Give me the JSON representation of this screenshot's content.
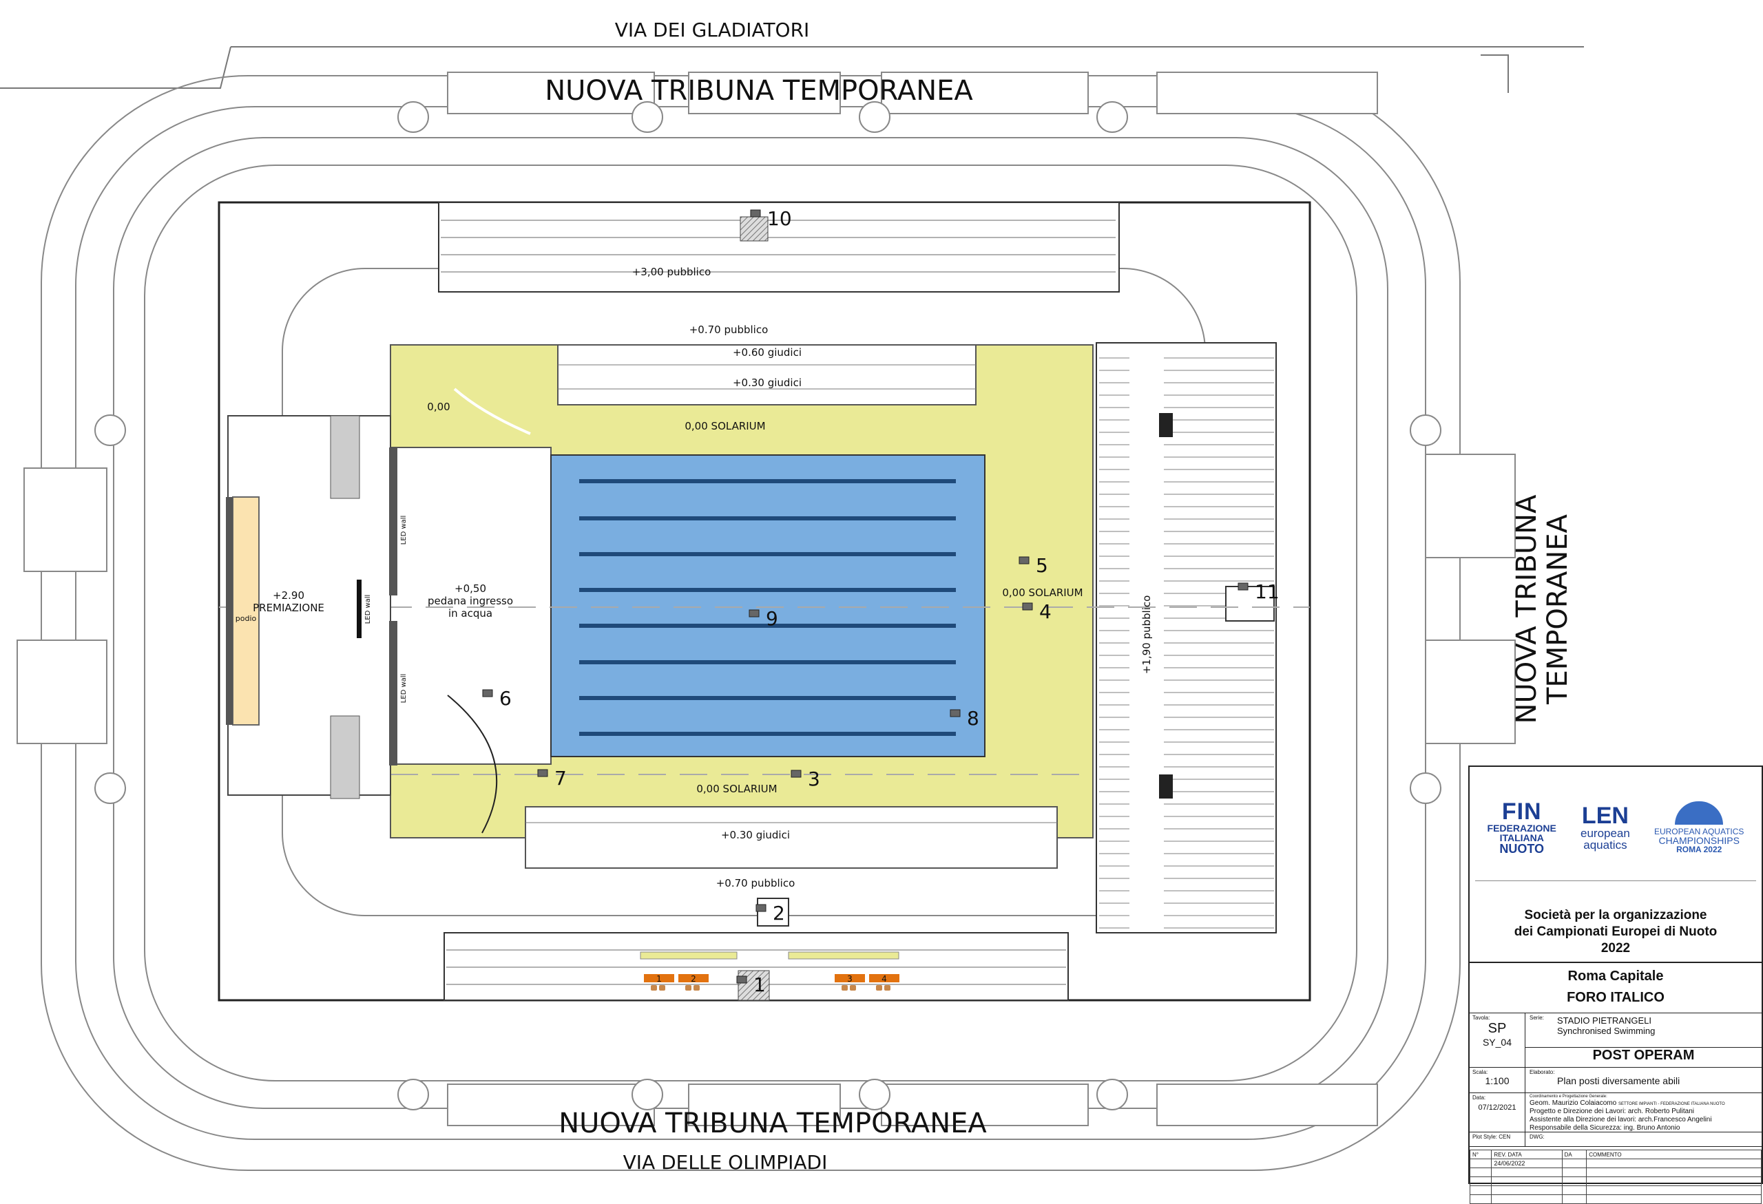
{
  "roads": {
    "north": "VIA DEI GLADIATORI",
    "south": "VIA DELLE OLIMPIADI"
  },
  "tribunes": {
    "north": "NUOVA TRIBUNA TEMPORANEA",
    "south": "NUOVA TRIBUNA TEMPORANEA",
    "east_line1": "NUOVA TRIBUNA",
    "east_line2": "TEMPORANEA"
  },
  "levels": {
    "north_stand": "+3,00 pubblico",
    "north_public": "+0.70 pubblico",
    "judges_060": "+0.60 giudici",
    "judges_030_north": "+0.30 giudici",
    "deck_nw": "0,00",
    "solarium_north": "0,00  SOLARIUM",
    "solarium_east": "0,00  SOLARIUM",
    "solarium_south": "0,00  SOLARIUM",
    "judges_030_south": "+0.30 giudici",
    "south_public": "+0.70 pubblico",
    "east_public": "+1,90 pubblico",
    "premiazione_level": "+2.90",
    "premiazione": "PREMIAZIONE",
    "podio": "podio",
    "led_wall_1": "LED wall",
    "led_wall_2": "LED wall",
    "led_wall_3": "LED wall",
    "pedana_level": "+0,50",
    "pedana_1": "pedana ingresso",
    "pedana_2": "in acqua"
  },
  "cameras": [
    "1",
    "2",
    "3",
    "4",
    "5",
    "6",
    "7",
    "8",
    "9",
    "10",
    "11"
  ],
  "accessible_seats": [
    "1",
    "2",
    "3",
    "4"
  ],
  "colors": {
    "pool": "#7aaee0",
    "deck": "#eaea96",
    "podio": "#fbe3b0",
    "seats": "#e2720f",
    "lane": "#1f4a7a"
  },
  "title_block": {
    "logos": {
      "fin": "FIN",
      "fin_sub1": "FEDERAZIONE",
      "fin_sub2": "ITALIANA",
      "fin_sub3": "NUOTO",
      "len": "LEN",
      "len_sub1": "european",
      "len_sub2": "aquatics",
      "eac1": "EUROPEAN AQUATICS",
      "eac2": "CHAMPIONSHIPS",
      "eac3": "ROMA 2022"
    },
    "society_1": "Società per la organizzazione",
    "society_2": "dei Campionati Europei di Nuoto",
    "society_3": "2022",
    "city": "Roma Capitale",
    "site": "FORO ITALICO",
    "tavola_label": "Tavola:",
    "tavola_1": "SP",
    "tavola_2": "SY_04",
    "serie_label": "Serie:",
    "serie_1": "STADIO PIETRANGELI",
    "serie_2": "Synchronised Swimming",
    "phase": "POST OPERAM",
    "scala_label": "Scala:",
    "scala": "1:100",
    "elaborato_label": "Elaborato:",
    "elaborato": "Plan posti diversamente abili",
    "data_label": "Data:",
    "data": "07/12/2021",
    "coord_label": "Coordinamento e Progettazione Generale:",
    "coord_1": "Geom. Maurizio Colaiacomo",
    "coord_1b": "SETTORE IMPIANTI - FEDERAZIONE ITALIANA NUOTO",
    "coord_2": "Progetto e Direzione dei Lavori: arch. Roberto Pulitani",
    "coord_3": "Assistente alla Direzione dei lavori: arch.Francesco Angelini",
    "coord_4": "Responsabile della Sicurezza: ing. Bruno Antonio",
    "plot_label": "Plot Style:",
    "plot": "CEN",
    "dwg_label": "DWG:",
    "rev_headers": [
      "N°",
      "REV. DATA",
      "DA",
      "COMMENTO"
    ],
    "rev_date": "24/06/2022"
  }
}
